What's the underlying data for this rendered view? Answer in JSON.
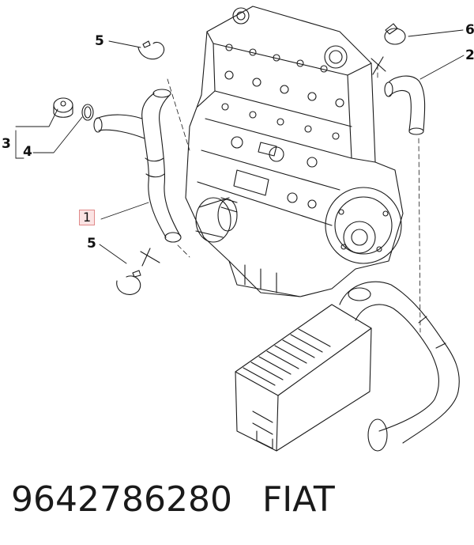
{
  "callouts": {
    "c1": "1",
    "c2": "2",
    "c3": "3",
    "c4": "4",
    "c5a": "5",
    "c5b": "5",
    "c6": "6"
  },
  "footer": {
    "part_number": "9642786280",
    "brand": "FIAT"
  },
  "colors": {
    "line": "#1a1a1a",
    "highlight_border": "#e08a8a",
    "highlight_fill": "#fbe3e3"
  }
}
